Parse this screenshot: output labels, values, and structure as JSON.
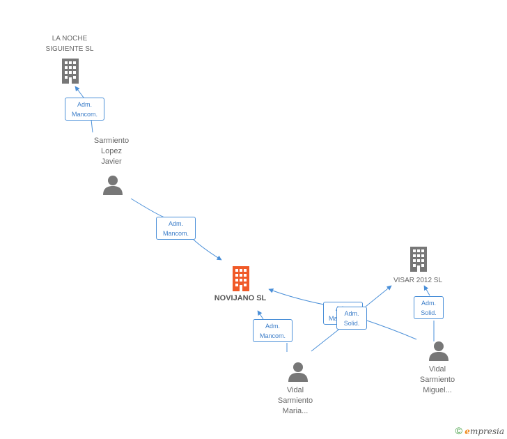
{
  "nodes": {
    "la_noche": {
      "label_line1": "LA NOCHE",
      "label_line2": "SIGUIENTE SL"
    },
    "sarmiento": {
      "line1": "Sarmiento",
      "line2": "Lopez",
      "line3": "Javier"
    },
    "novijano": {
      "label": "NOVIJANO SL"
    },
    "visar": {
      "label": "VISAR 2012 SL"
    },
    "vidal_maria": {
      "line1": "Vidal",
      "line2": "Sarmiento",
      "line3": "Maria..."
    },
    "vidal_miguel": {
      "line1": "Vidal",
      "line2": "Sarmiento",
      "line3": "Miguel..."
    }
  },
  "edges": {
    "sarmiento_la_noche": {
      "line1": "Adm.",
      "line2": "Mancom."
    },
    "sarmiento_novijano": {
      "line1": "Adm.",
      "line2": "Mancom."
    },
    "maria_novijano": {
      "line1": "Adm.",
      "line2": "Mancom."
    },
    "miguel_novijano": {
      "line1": "Adm.",
      "line2": "Ma"
    },
    "maria_visar": {
      "line1": "Adm.",
      "line2": "Solid."
    },
    "miguel_visar": {
      "line1": "Adm.",
      "line2": "Solid."
    }
  },
  "footer": {
    "copyright_symbol": "©",
    "brand_e": "e",
    "brand_rest": "mpresia"
  },
  "colors": {
    "edge": "#4a8fd8",
    "company_icon": "#777777",
    "center_icon": "#f05a28",
    "person_icon": "#777777"
  }
}
